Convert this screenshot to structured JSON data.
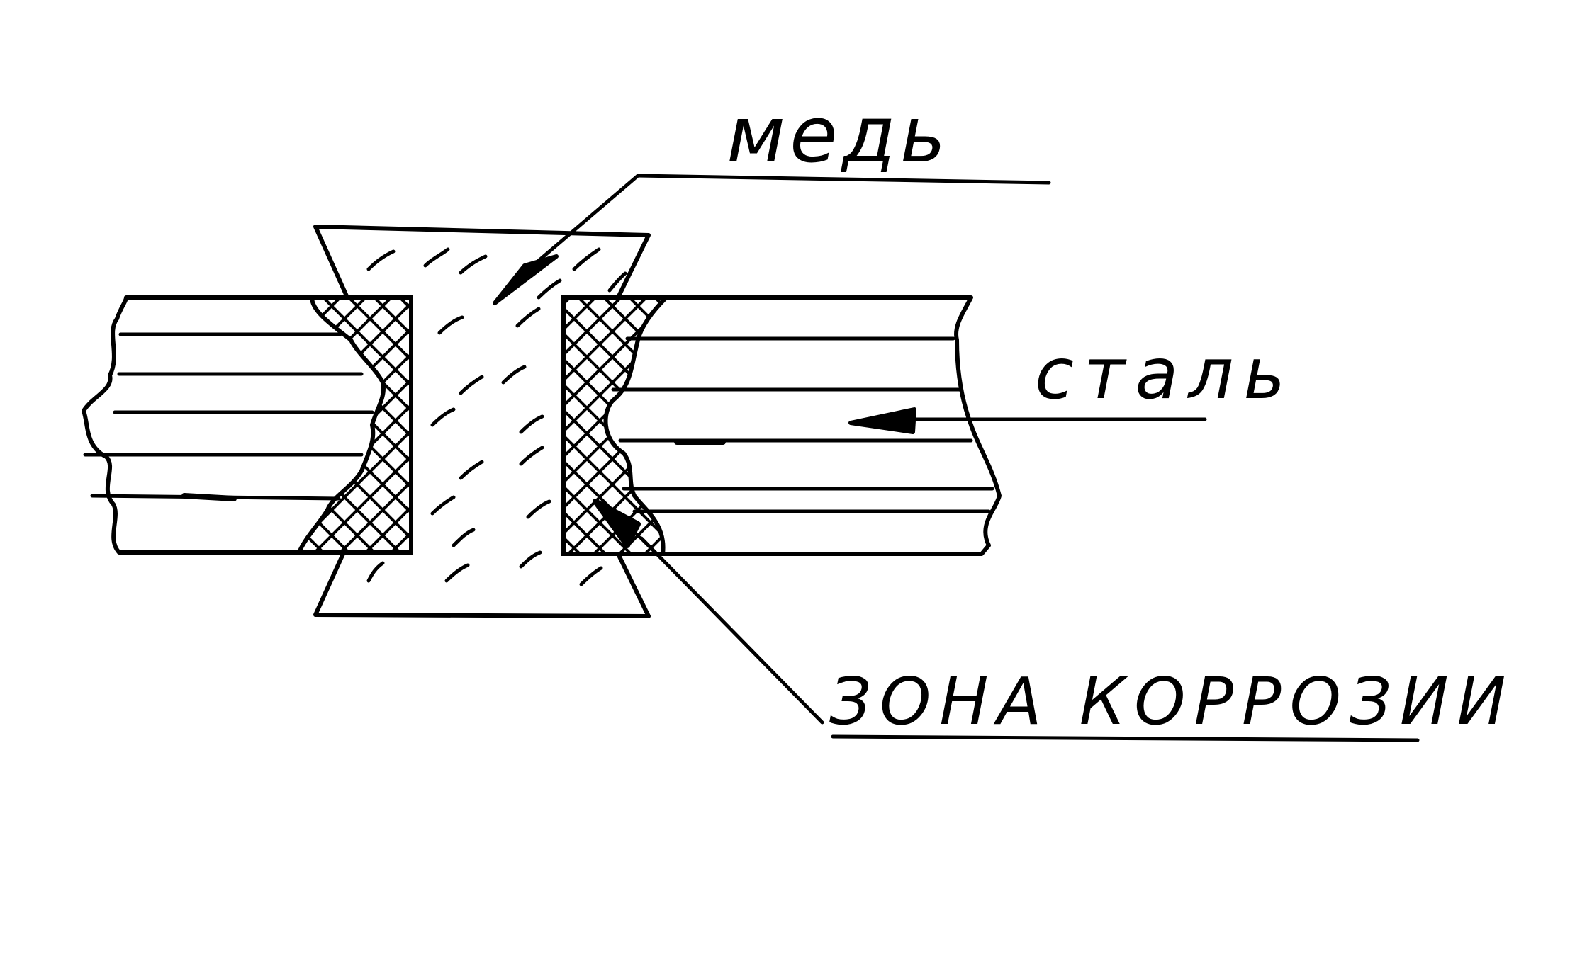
{
  "labels": {
    "copper": "медь",
    "steel": "сталь",
    "corrosion_zone": "ЗОНА КОРРОЗИИ"
  },
  "colors": {
    "ink": "#000000",
    "paper": "#ffffff"
  }
}
